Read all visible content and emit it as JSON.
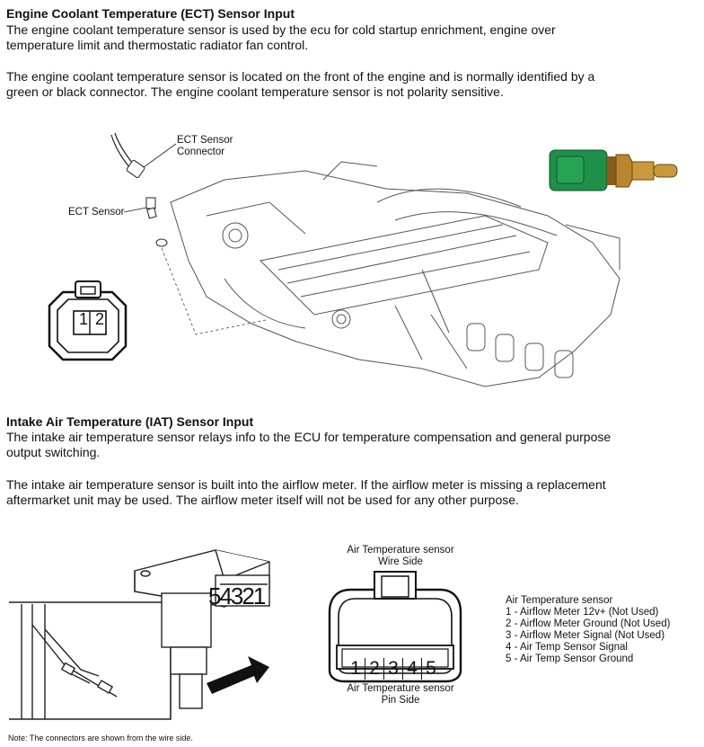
{
  "ect": {
    "heading": "Engine Coolant Temperature (ECT) Sensor Input",
    "para1_line1": "The engine coolant temperature sensor is used by the ecu for cold startup enrichment, engine over",
    "para1_line2": "temperature limit and thermostatic radiator fan control.",
    "para2_line1": "The engine coolant temperature sensor is located on the front of the engine and is normally identified by a",
    "para2_line2": "green or black connector. The engine coolant temperature sensor is not polarity sensitive.",
    "figure": {
      "connector_label_line1": "ECT Sensor",
      "connector_label_line2": "Connector",
      "sensor_label": "ECT Sensor",
      "pin1": "1",
      "pin2": "2"
    }
  },
  "iat": {
    "heading": "Intake Air Temperature (IAT) Sensor Input",
    "para1_line1": "The intake air temperature sensor relays info to the ECU for temperature compensation and general purpose",
    "para1_line2": "output switching.",
    "para2_line1": "The intake air  temperature sensor is built into the airflow meter. If the airflow meter is missing a replacement",
    "para2_line2": "aftermarket unit may be used. The airflow meter itself will not be used for any other purpose.",
    "meter_pins": "54321",
    "wire_side_line1": "Air Temperature sensor",
    "wire_side_line2": "Wire Side",
    "pin_side_line1": "Air Temperature sensor",
    "pin_side_line2": "Pin Side",
    "connector_pins": [
      "1",
      "2",
      "3",
      "4",
      "5"
    ],
    "legend": {
      "title": "Air Temperature sensor",
      "items": [
        "1 - Airflow Meter 12v+ (Not Used)",
        "2 - Airflow Meter Ground (Not Used)",
        "3 - Airflow Meter Signal (Not Used)",
        "4 - Air Temp Sensor Signal",
        "5 - Air Temp Sensor Ground"
      ]
    },
    "note": "Note: The connectors are shown from the wire side."
  },
  "colors": {
    "sensor_green": "#1f8f4a",
    "sensor_brass": "#b8862f"
  }
}
